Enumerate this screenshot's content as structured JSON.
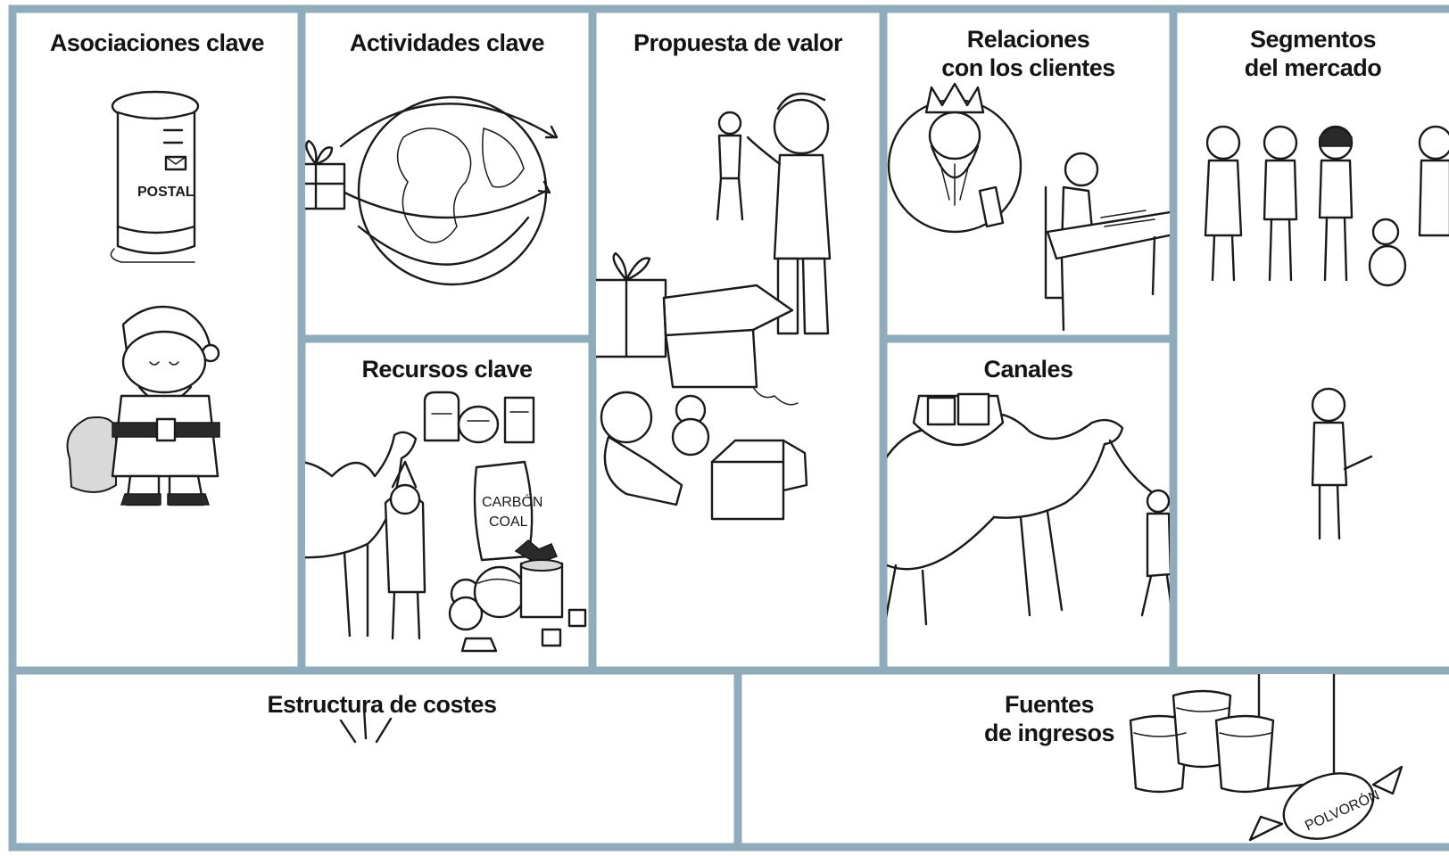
{
  "canvas": {
    "title": "",
    "border_color": "#8eacbb"
  },
  "blocks": {
    "key_partners": {
      "title": "Asociaciones clave"
    },
    "key_activities": {
      "title": "Actividades clave"
    },
    "key_resources": {
      "title": "Recursos clave"
    },
    "value_proposition": {
      "title": "Propuesta de valor"
    },
    "customer_relationships": {
      "title_line1": "Relaciones",
      "title_line2": "con los clientes"
    },
    "channels": {
      "title": "Canales"
    },
    "customer_segments": {
      "title_line1": "Segmentos",
      "title_line2": "del mercado"
    },
    "cost_structure": {
      "title": "Estructura de costes"
    },
    "revenue_streams": {
      "title_line1": "Fuentes",
      "title_line2": "de ingresos"
    }
  },
  "illustrations": {
    "mailbox_label": "POSTAL",
    "coal_sack_label_1": "CARBÓN",
    "coal_sack_label_2": "COAL",
    "candy_label": "POLVORÓN",
    "icons": [
      "mailbox-icon",
      "santa-icon",
      "globe-gifts-icon",
      "camel-icon",
      "page-icon",
      "jars-icon",
      "coal-sack-icon",
      "toys-icon",
      "boy-puppet-icon",
      "gift-boxes-icon",
      "girl-teddy-icon",
      "king-icon",
      "child-writing-icon",
      "camel-cargo-icon",
      "children-group-icon",
      "boy-icon",
      "milk-icon",
      "candy-icon",
      "sparkle-icon"
    ]
  }
}
